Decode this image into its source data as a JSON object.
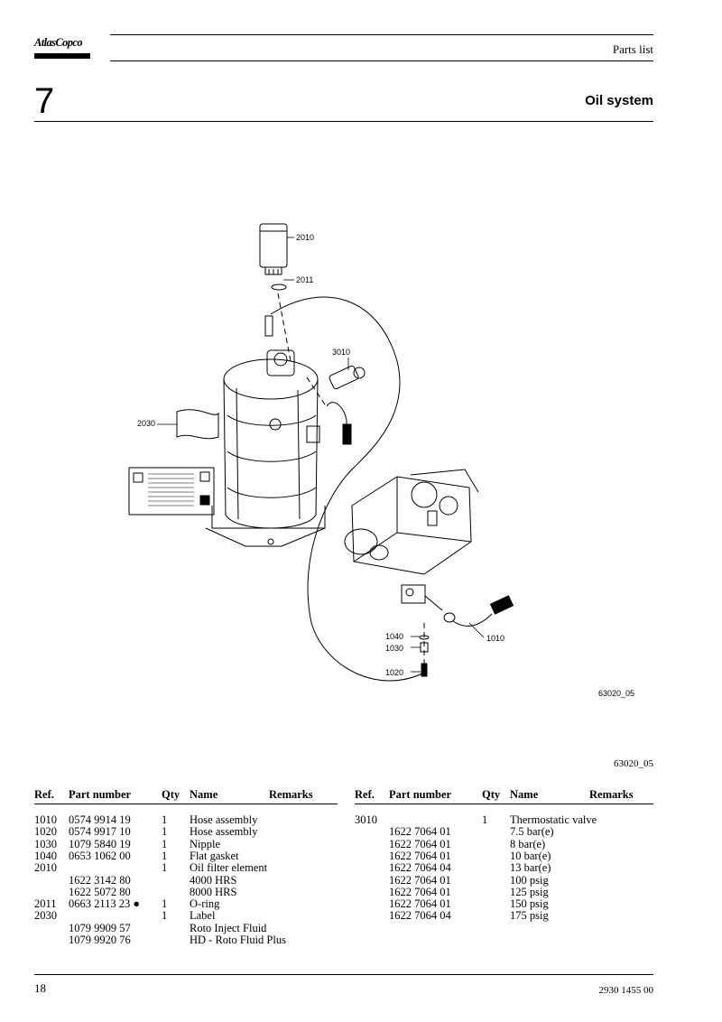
{
  "header": {
    "logo_text": "AtlasCopco",
    "section": "Parts list"
  },
  "chapter": {
    "number": "7",
    "title": "Oil system"
  },
  "figure": {
    "callouts": {
      "c2010": "2010",
      "c2011": "2011",
      "c3010": "3010",
      "c2030": "2030",
      "c1040": "1040",
      "c1030": "1030",
      "c1020": "1020",
      "c1010": "1010"
    },
    "inner_code": "63020_05",
    "code": "63020_05"
  },
  "table": {
    "headers": {
      "ref": "Ref.",
      "part_number": "Part number",
      "qty": "Qty",
      "name": "Name",
      "remarks": "Remarks"
    },
    "left_rows": [
      {
        "ref": "1010",
        "part": "0574 9914 19",
        "qty": "1",
        "name": "Hose assembly"
      },
      {
        "ref": "1020",
        "part": "0574 9917 10",
        "qty": "1",
        "name": "Hose assembly"
      },
      {
        "ref": "1030",
        "part": "1079 5840 19",
        "qty": "1",
        "name": "Nipple"
      },
      {
        "ref": "1040",
        "part": "0653 1062 00",
        "qty": "1",
        "name": "Flat gasket"
      },
      {
        "ref": "2010",
        "part": "",
        "qty": "1",
        "name": "Oil filter element"
      },
      {
        "ref": "",
        "part": "1622 3142 80",
        "qty": "",
        "name": "4000 HRS"
      },
      {
        "ref": "",
        "part": "1622 5072 80",
        "qty": "",
        "name": "8000 HRS"
      },
      {
        "ref": "2011",
        "part": "0663 2113 23 ●",
        "qty": "1",
        "name": "O-ring"
      },
      {
        "ref": "2030",
        "part": "",
        "qty": "1",
        "name": "Label"
      },
      {
        "ref": "",
        "part": "1079 9909 57",
        "qty": "",
        "name": "Roto Inject Fluid"
      },
      {
        "ref": "",
        "part": "1079 9920 76",
        "qty": "",
        "name": "HD - Roto Fluid Plus"
      }
    ],
    "right_rows": [
      {
        "ref": "3010",
        "part": "",
        "qty": "1",
        "name": "Thermostatic valve"
      },
      {
        "ref": "",
        "part": "1622 7064 01",
        "qty": "",
        "name": "7.5 bar(e)"
      },
      {
        "ref": "",
        "part": "1622 7064 01",
        "qty": "",
        "name": "8 bar(e)"
      },
      {
        "ref": "",
        "part": "1622 7064 01",
        "qty": "",
        "name": "10 bar(e)"
      },
      {
        "ref": "",
        "part": "1622 7064 04",
        "qty": "",
        "name": "13 bar(e)"
      },
      {
        "ref": "",
        "part": "1622 7064 01",
        "qty": "",
        "name": "100 psig"
      },
      {
        "ref": "",
        "part": "1622 7064 01",
        "qty": "",
        "name": "125 psig"
      },
      {
        "ref": "",
        "part": "1622 7064 01",
        "qty": "",
        "name": "150 psig"
      },
      {
        "ref": "",
        "part": "1622 7064 04",
        "qty": "",
        "name": "175 psig"
      }
    ]
  },
  "footer": {
    "page": "18",
    "doc_number": "2930 1455 00"
  }
}
